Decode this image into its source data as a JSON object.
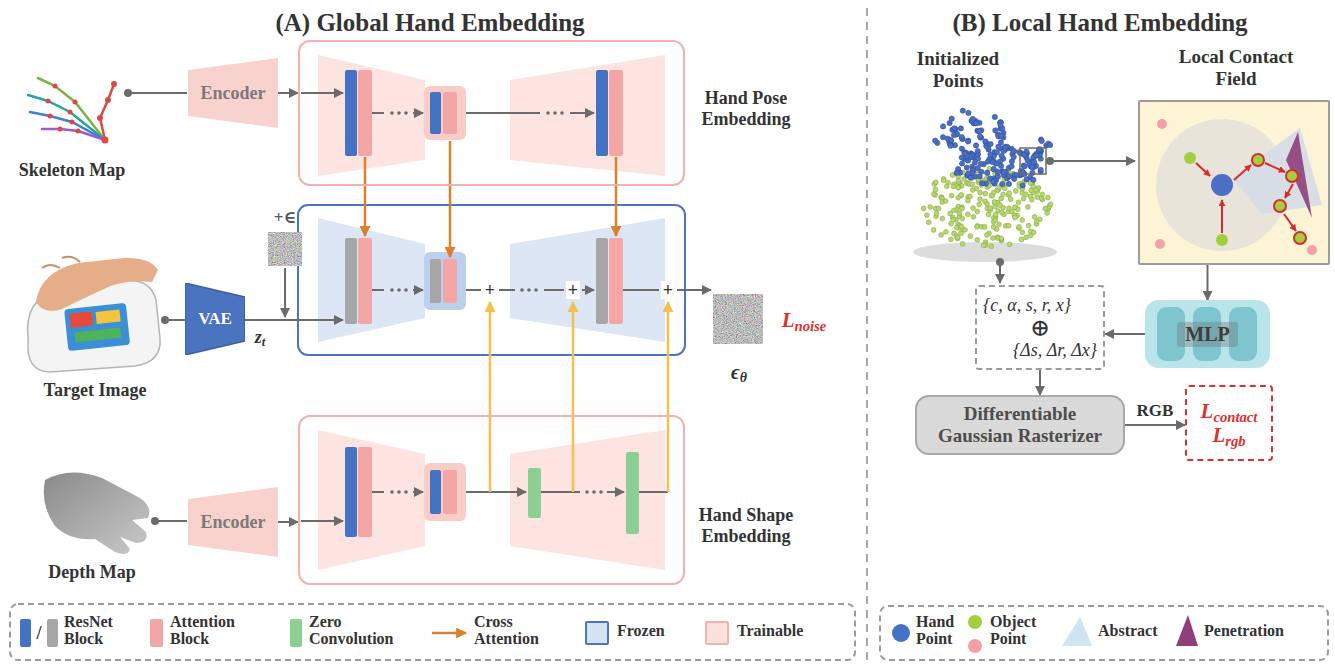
{
  "diagram": {
    "nodes": [
      {
        "text": [
          "Encoder"
        ]
      },
      {
        "text": [
          "Hand Pose Embedding"
        ]
      },
      {
        "text": [
          "VAE"
        ]
      },
      {
        "text": [
          "Encoder"
        ]
      },
      {
        "text": [
          "Hand Shape Embedding"
        ]
      },
      {
        "text": [
          "Local Contact Field"
        ]
      },
      {
        "text": [
          "{c, α, s, r, x}",
          "⊕",
          "{Δs, Δr, Δx}"
        ]
      },
      {
        "text": [
          "MLP"
        ]
      },
      {
        "text": [
          "Differentiable Gaussian Rasterizer"
        ]
      },
      {
        "text": [
          "Lcontact",
          "Lrgb"
        ]
      }
    ],
    "edges": [
      {
        "from": 0,
        "to": 1,
        "arrow": "to"
      },
      {
        "from": 3,
        "to": 4,
        "arrow": "to"
      },
      {
        "from": 5,
        "to": 7,
        "arrow": "to"
      },
      {
        "from": 7,
        "to": 6,
        "arrow": "to"
      },
      {
        "from": 6,
        "to": 8,
        "arrow": "to"
      },
      {
        "from": 8,
        "to": 9,
        "label": "RGB",
        "arrow": "to"
      }
    ],
    "labels": [
      "(A) Global Hand Embedding",
      "Skeleton Map",
      "+∈",
      "zt",
      "Target Image",
      "+",
      "+",
      "+",
      "ϵθ",
      "Lnoise",
      "Depth Map",
      "/",
      "(B) Local Hand Embedding",
      "Initialized Points"
    ],
    "legend": [
      {
        "text": "ResNet Block",
        "color": "#4472c4"
      },
      {
        "text": "Attention Block",
        "color": "#f4a5a5"
      },
      {
        "text": "Zero Convolution",
        "color": "#8ccf95"
      },
      {
        "text": "Cross Attention"
      },
      {
        "text": "Frozen",
        "color": "#d5e3f4"
      },
      {
        "text": "Trainable",
        "color": "#fbe0dc"
      },
      {
        "text": "Hand Point",
        "color": "#4472c4"
      },
      {
        "text": "Object Point",
        "color": "#a3cf3f"
      },
      {
        "text": "Abstract"
      },
      {
        "text": "Penetration"
      }
    ]
  }
}
